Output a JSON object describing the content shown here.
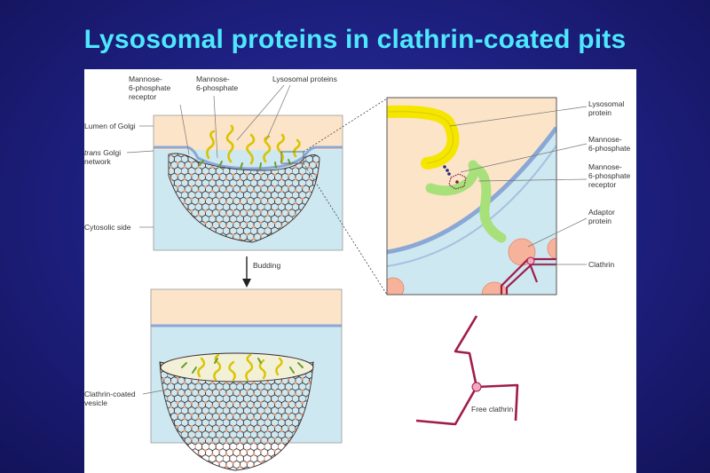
{
  "slide": {
    "title": "Lysosomal proteins in clathrin-coated pits"
  },
  "labels": {
    "m6p_receptor_top": [
      "Mannose-",
      "6-phosphate",
      "receptor"
    ],
    "m6p_top": [
      "Mannose-",
      "6-phosphate"
    ],
    "lysosomal_proteins_top": "Lysosomal proteins",
    "lumen_golgi": "Lumen of Golgi",
    "trans_golgi": [
      "trans",
      " Golgi",
      "network"
    ],
    "cytosolic_side": "Cytosolic side",
    "budding": "Budding",
    "clathrin_coated_vesicle": [
      "Clathrin-coated",
      "vesicle"
    ],
    "zoom_lysosomal": [
      "Lysosomal",
      "protein"
    ],
    "zoom_m6p": [
      "Mannose-",
      "6-phosphate"
    ],
    "zoom_m6p_receptor": [
      "Mannose-",
      "6-phosphate",
      "receptor"
    ],
    "zoom_adaptor": [
      "Adaptor",
      "protein"
    ],
    "zoom_clathrin": "Clathrin",
    "free_clathrin": "Free clathrin"
  },
  "colors": {
    "background": "#1d1f7e",
    "title": "#4de8ff",
    "lumen": "#fce4c8",
    "cytosol": "#cde8f0",
    "membrane": "#8aa7d6",
    "clathrin": "#a01c4c",
    "lysosomal_protein": "#f5e600",
    "receptor": "#a8e07a",
    "adaptor": "#f6b29a",
    "phosphate": "#7a1a3a"
  }
}
